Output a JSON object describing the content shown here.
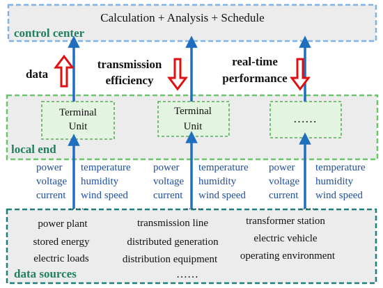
{
  "control_center": {
    "banner": "Calculation + Analysis + Schedule",
    "label": "control center"
  },
  "flows": {
    "data": "data",
    "transmission": [
      "transmission",
      "efficiency"
    ],
    "realtime": [
      "real-time",
      "performance"
    ]
  },
  "local_end": {
    "label": "local end",
    "terminal_1": [
      "Terminal",
      "Unit"
    ],
    "terminal_2": [
      "Terminal",
      "Unit"
    ],
    "terminal_3": "……"
  },
  "measurements": {
    "electrical": [
      "power",
      "voltage",
      "current"
    ],
    "environmental": [
      "temperature",
      "humidity",
      "wind speed"
    ],
    "more": "……"
  },
  "data_sources": {
    "label": "data sources",
    "column_1": [
      "power plant",
      "stored energy",
      "electric loads"
    ],
    "column_2": [
      "transmission line",
      "distributed generation",
      "distribution equipment",
      "……"
    ],
    "column_3": [
      "transformer station",
      "electric vehicle",
      "operating environment"
    ]
  },
  "colors": {
    "control_border": "#7fb2e5",
    "local_border": "#6cc46c",
    "source_border": "#1f7f7f",
    "blue_arrow": "#1f6fbf",
    "red_arrow": "#e01010",
    "label_green": "#1f7f5f",
    "label_blue": "#1f4f9f",
    "box_fill": "#e8e8e8",
    "terminal_fill": "#e3f4e0"
  }
}
